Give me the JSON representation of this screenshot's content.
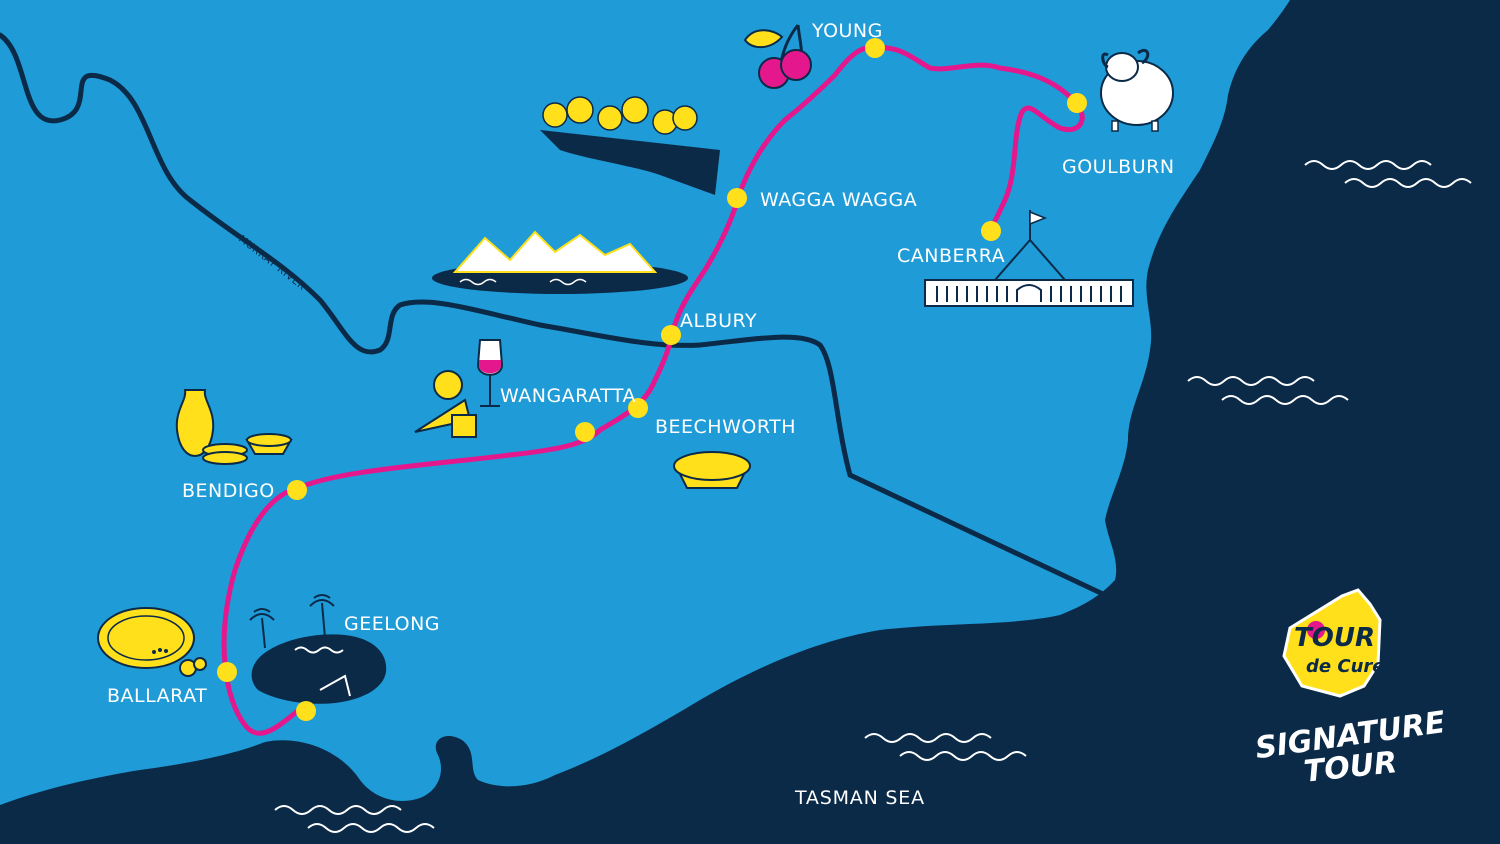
{
  "colors": {
    "land": "#1f9bd7",
    "sea": "#0b2a48",
    "route": "#e5178c",
    "stop": "#ffe01b",
    "river": "#0b2a48",
    "label": "#ffffff"
  },
  "places": {
    "young": "YOUNG",
    "goulburn": "GOULBURN",
    "wagga_wagga": "WAGGA WAGGA",
    "canberra": "CANBERRA",
    "albury": "ALBURY",
    "wangaratta": "WANGARATTA",
    "beechworth": "BEECHWORTH",
    "bendigo": "BENDIGO",
    "geelong": "GEELONG",
    "ballarat": "BALLARAT"
  },
  "river_label": "MURRAY RIVER",
  "sea_label": "TASMAN SEA",
  "logo": {
    "tour": "TOUR",
    "de_cure": "de Cure",
    "signature": "SIGNATURE",
    "tour_bottom": "TOUR"
  },
  "icons": {
    "young": "cherries-icon",
    "goulburn": "sheep-icon",
    "canberra": "parliament-house-icon",
    "wagga": "trees-icon",
    "mountains": "snowy-mountains-icon",
    "wangaratta": "wine-cheese-icon",
    "beechworth": "pie-icon",
    "bendigo": "pottery-icon",
    "geelong": "bay-palms-icon",
    "ballarat": "gold-pan-icon"
  }
}
